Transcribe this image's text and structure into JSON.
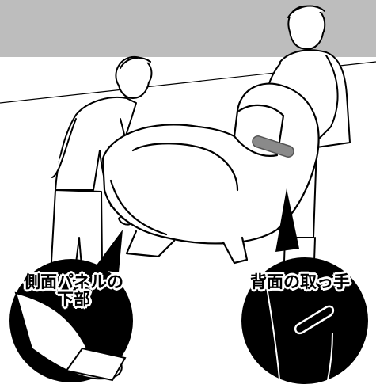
{
  "colors": {
    "banner": "#bdbdbd",
    "ink": "#000000",
    "paper": "#ffffff",
    "handle_highlight": "#8a8a8a"
  },
  "callouts": {
    "left": {
      "line1": "側面パネルの",
      "line2": "下部"
    },
    "right": {
      "line1": "背面の取っ手"
    }
  }
}
